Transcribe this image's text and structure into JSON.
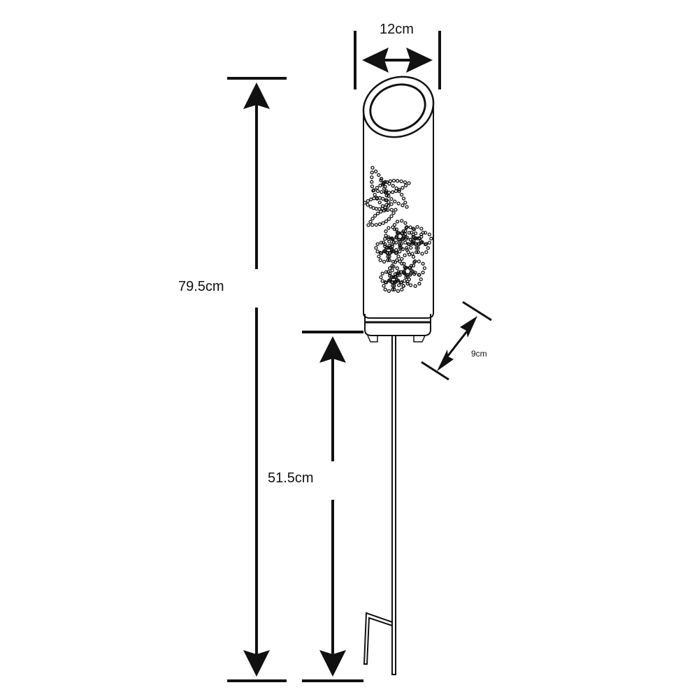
{
  "dimensions": {
    "width": "12cm",
    "total_height": "79.5cm",
    "stake_height": "51.5cm",
    "depth": "9cm"
  },
  "colors": {
    "line": "#111111",
    "background": "#ffffff"
  }
}
